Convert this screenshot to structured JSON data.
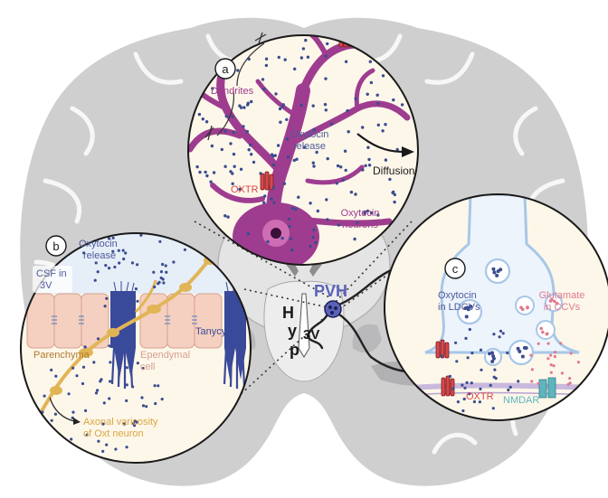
{
  "center": {
    "pvh": "PVH",
    "hypothalamus_letters": [
      "H",
      "y",
      "p"
    ],
    "third_ventricle": "3V"
  },
  "panel_a": {
    "badge": "a",
    "dendrites": "Dendrites",
    "release_line1": "Oxytocin",
    "release_line2": "release",
    "diffusion": "Diffusion",
    "oxtr": "OXTR",
    "neurons_line1": "Oxytocin",
    "neurons_line2": "neurons"
  },
  "panel_b": {
    "badge": "b",
    "release_line1": "Oxytocin",
    "release_line2": "release",
    "csf_line1": "CSF in",
    "csf_line2": "3V",
    "parenchyma": "Parenchyma",
    "ependymal_line1": "Ependymal",
    "ependymal_line2": "cell",
    "tanycyte": "Tanycyte",
    "axonal_line1": "Axonal varicosity",
    "axonal_line2": "of Oxt neuron"
  },
  "panel_c": {
    "badge": "c",
    "ldcv_line1": "Oxytocin",
    "ldcv_line2": "in LDCVs",
    "glu_line1": "Glutamate",
    "glu_line2": "in CCVs",
    "oxtr": "OXTR",
    "nmdar": "NMDAR"
  },
  "colors": {
    "brain_fill": "#cfcfd0",
    "brain_dark": "#9c9c9e",
    "cream": "#fdf7ea",
    "neuron_magenta": "#9e3d8f",
    "dot_blue": "#3b4c8f",
    "vessel_blue": "#a8c7e8",
    "axon_gold": "#e1b556",
    "ependymal_pink": "#f5d0c0",
    "tanycyte_blue": "#3a4a9a",
    "receptor_red": "#d8474a",
    "nmdar_teal": "#5fb5bd",
    "pvh_blue": "#5a63b8"
  }
}
